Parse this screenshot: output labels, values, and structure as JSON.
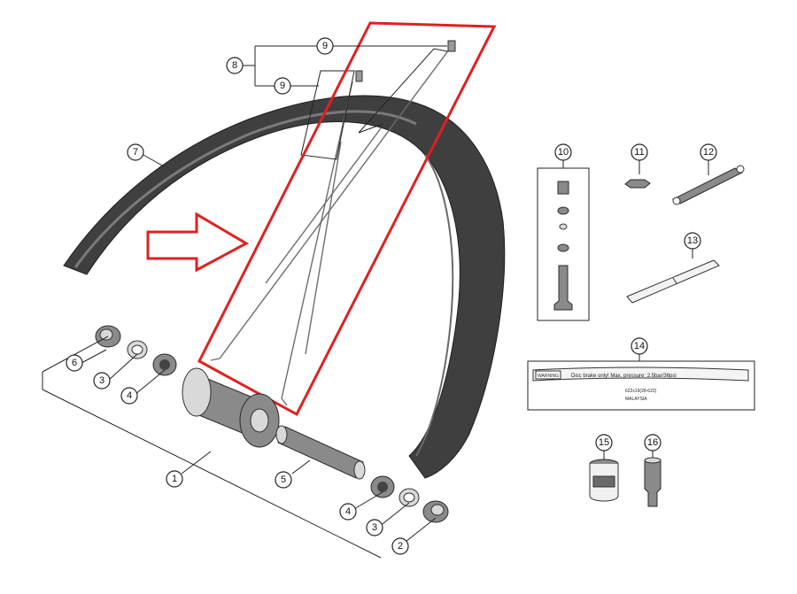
{
  "callouts": [
    {
      "id": "c1",
      "label": "1"
    },
    {
      "id": "c2",
      "label": "2"
    },
    {
      "id": "c3a",
      "label": "3"
    },
    {
      "id": "c3b",
      "label": "3"
    },
    {
      "id": "c4a",
      "label": "4"
    },
    {
      "id": "c4b",
      "label": "4"
    },
    {
      "id": "c5",
      "label": "5"
    },
    {
      "id": "c6",
      "label": "6"
    },
    {
      "id": "c7",
      "label": "7"
    },
    {
      "id": "c8",
      "label": "8"
    },
    {
      "id": "c9a",
      "label": "9"
    },
    {
      "id": "c9b",
      "label": "9"
    },
    {
      "id": "c10",
      "label": "10"
    },
    {
      "id": "c11",
      "label": "11"
    },
    {
      "id": "c12",
      "label": "12"
    },
    {
      "id": "c13",
      "label": "13"
    },
    {
      "id": "c14",
      "label": "14"
    },
    {
      "id": "c15",
      "label": "15"
    },
    {
      "id": "c16",
      "label": "16"
    }
  ],
  "decal": {
    "warning": "WARNING",
    "text": "Disc brake only! Max. pressure: 2.5bar/36psi",
    "size_code": "622x19(28-622)",
    "origin": "MALAYSIA"
  },
  "colors": {
    "highlight": "#e02020",
    "rim": "#3f3f3f",
    "outline": "#222222"
  }
}
